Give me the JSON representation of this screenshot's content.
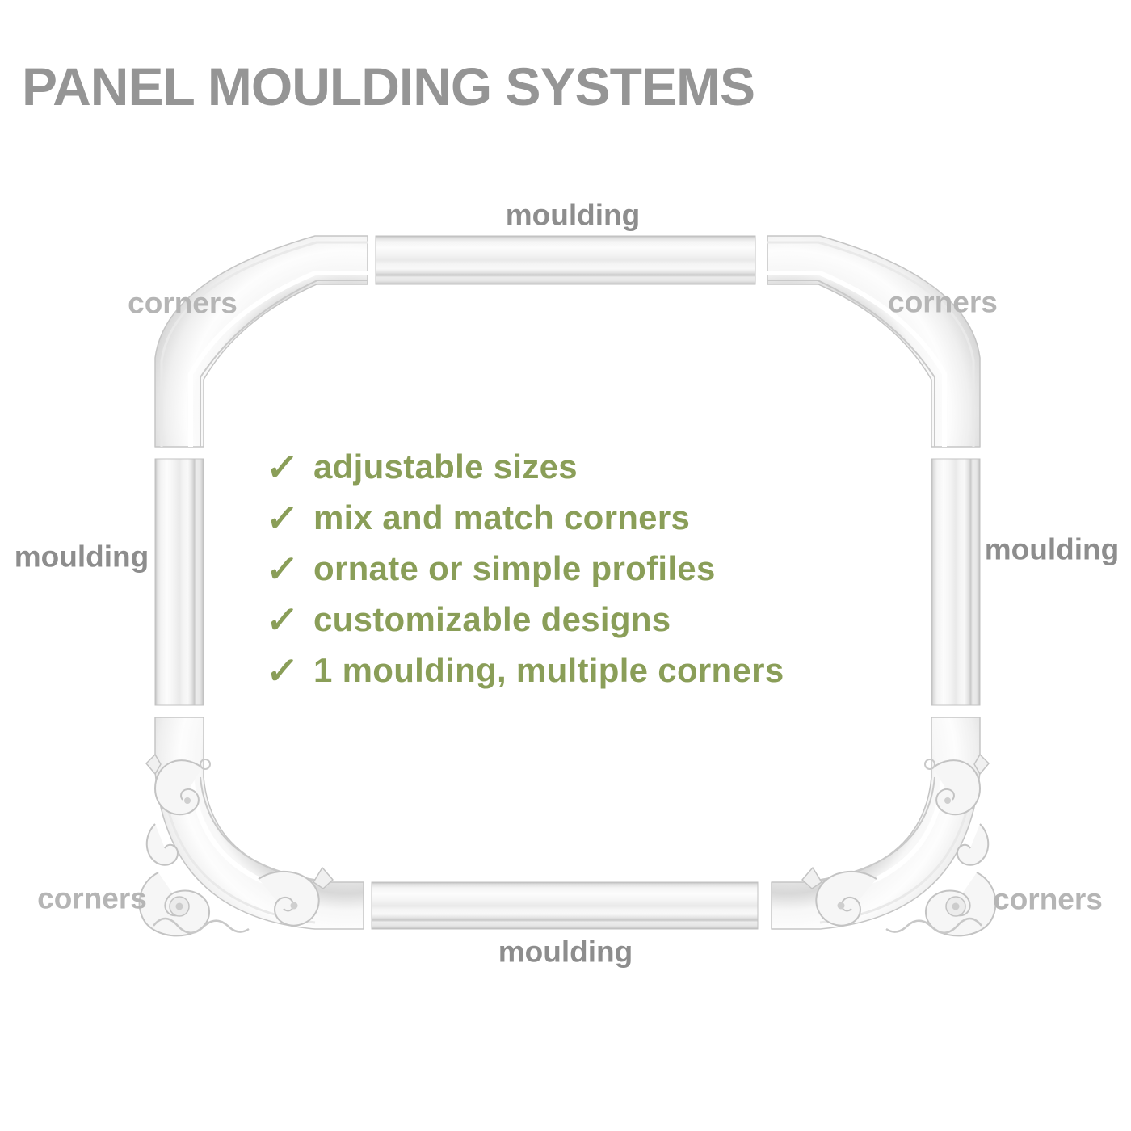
{
  "title": "PANEL MOULDING SYSTEMS",
  "colors": {
    "background": "#ffffff",
    "title_gray": "#959595",
    "moulding_label_gray": "#8d8d8d",
    "corners_label_gray": "#b5b5b5",
    "feature_green": "#8a9e58",
    "moulding_highlight": "#fdfdfd",
    "moulding_shadow": "#b8b8b8"
  },
  "frame_labels": {
    "moulding_top": "moulding",
    "moulding_left": "moulding",
    "moulding_right": "moulding",
    "moulding_bottom": "moulding",
    "corners_top_left": "corners",
    "corners_top_right": "corners",
    "corners_bottom_left": "corners",
    "corners_bottom_right": "corners"
  },
  "features": {
    "checkmark_glyph": "✓",
    "items": [
      "adjustable sizes",
      "mix and match corners",
      "ornate or simple profiles",
      "customizable designs",
      "1 moulding, multiple corners"
    ]
  }
}
